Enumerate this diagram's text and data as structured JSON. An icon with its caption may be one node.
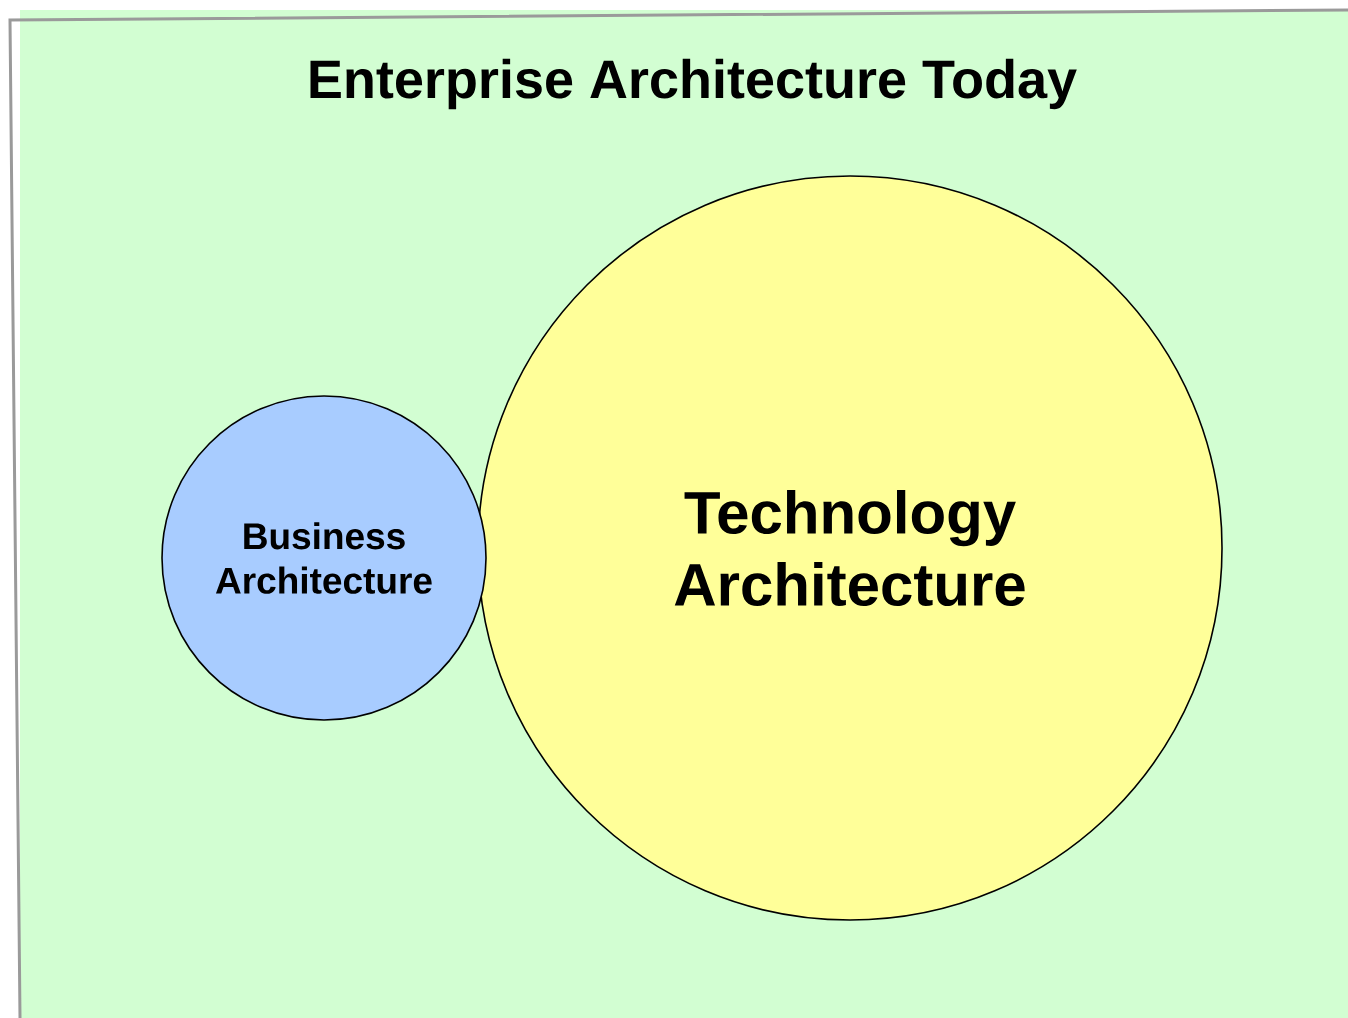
{
  "diagram": {
    "nodes": [
      {
        "text": [
          "Enterprise Architecture Today"
        ]
      },
      {
        "text": [
          "Business Architecture"
        ],
        "in": 0
      },
      {
        "text": [
          "Technology Architecture"
        ],
        "in": 0
      }
    ]
  }
}
